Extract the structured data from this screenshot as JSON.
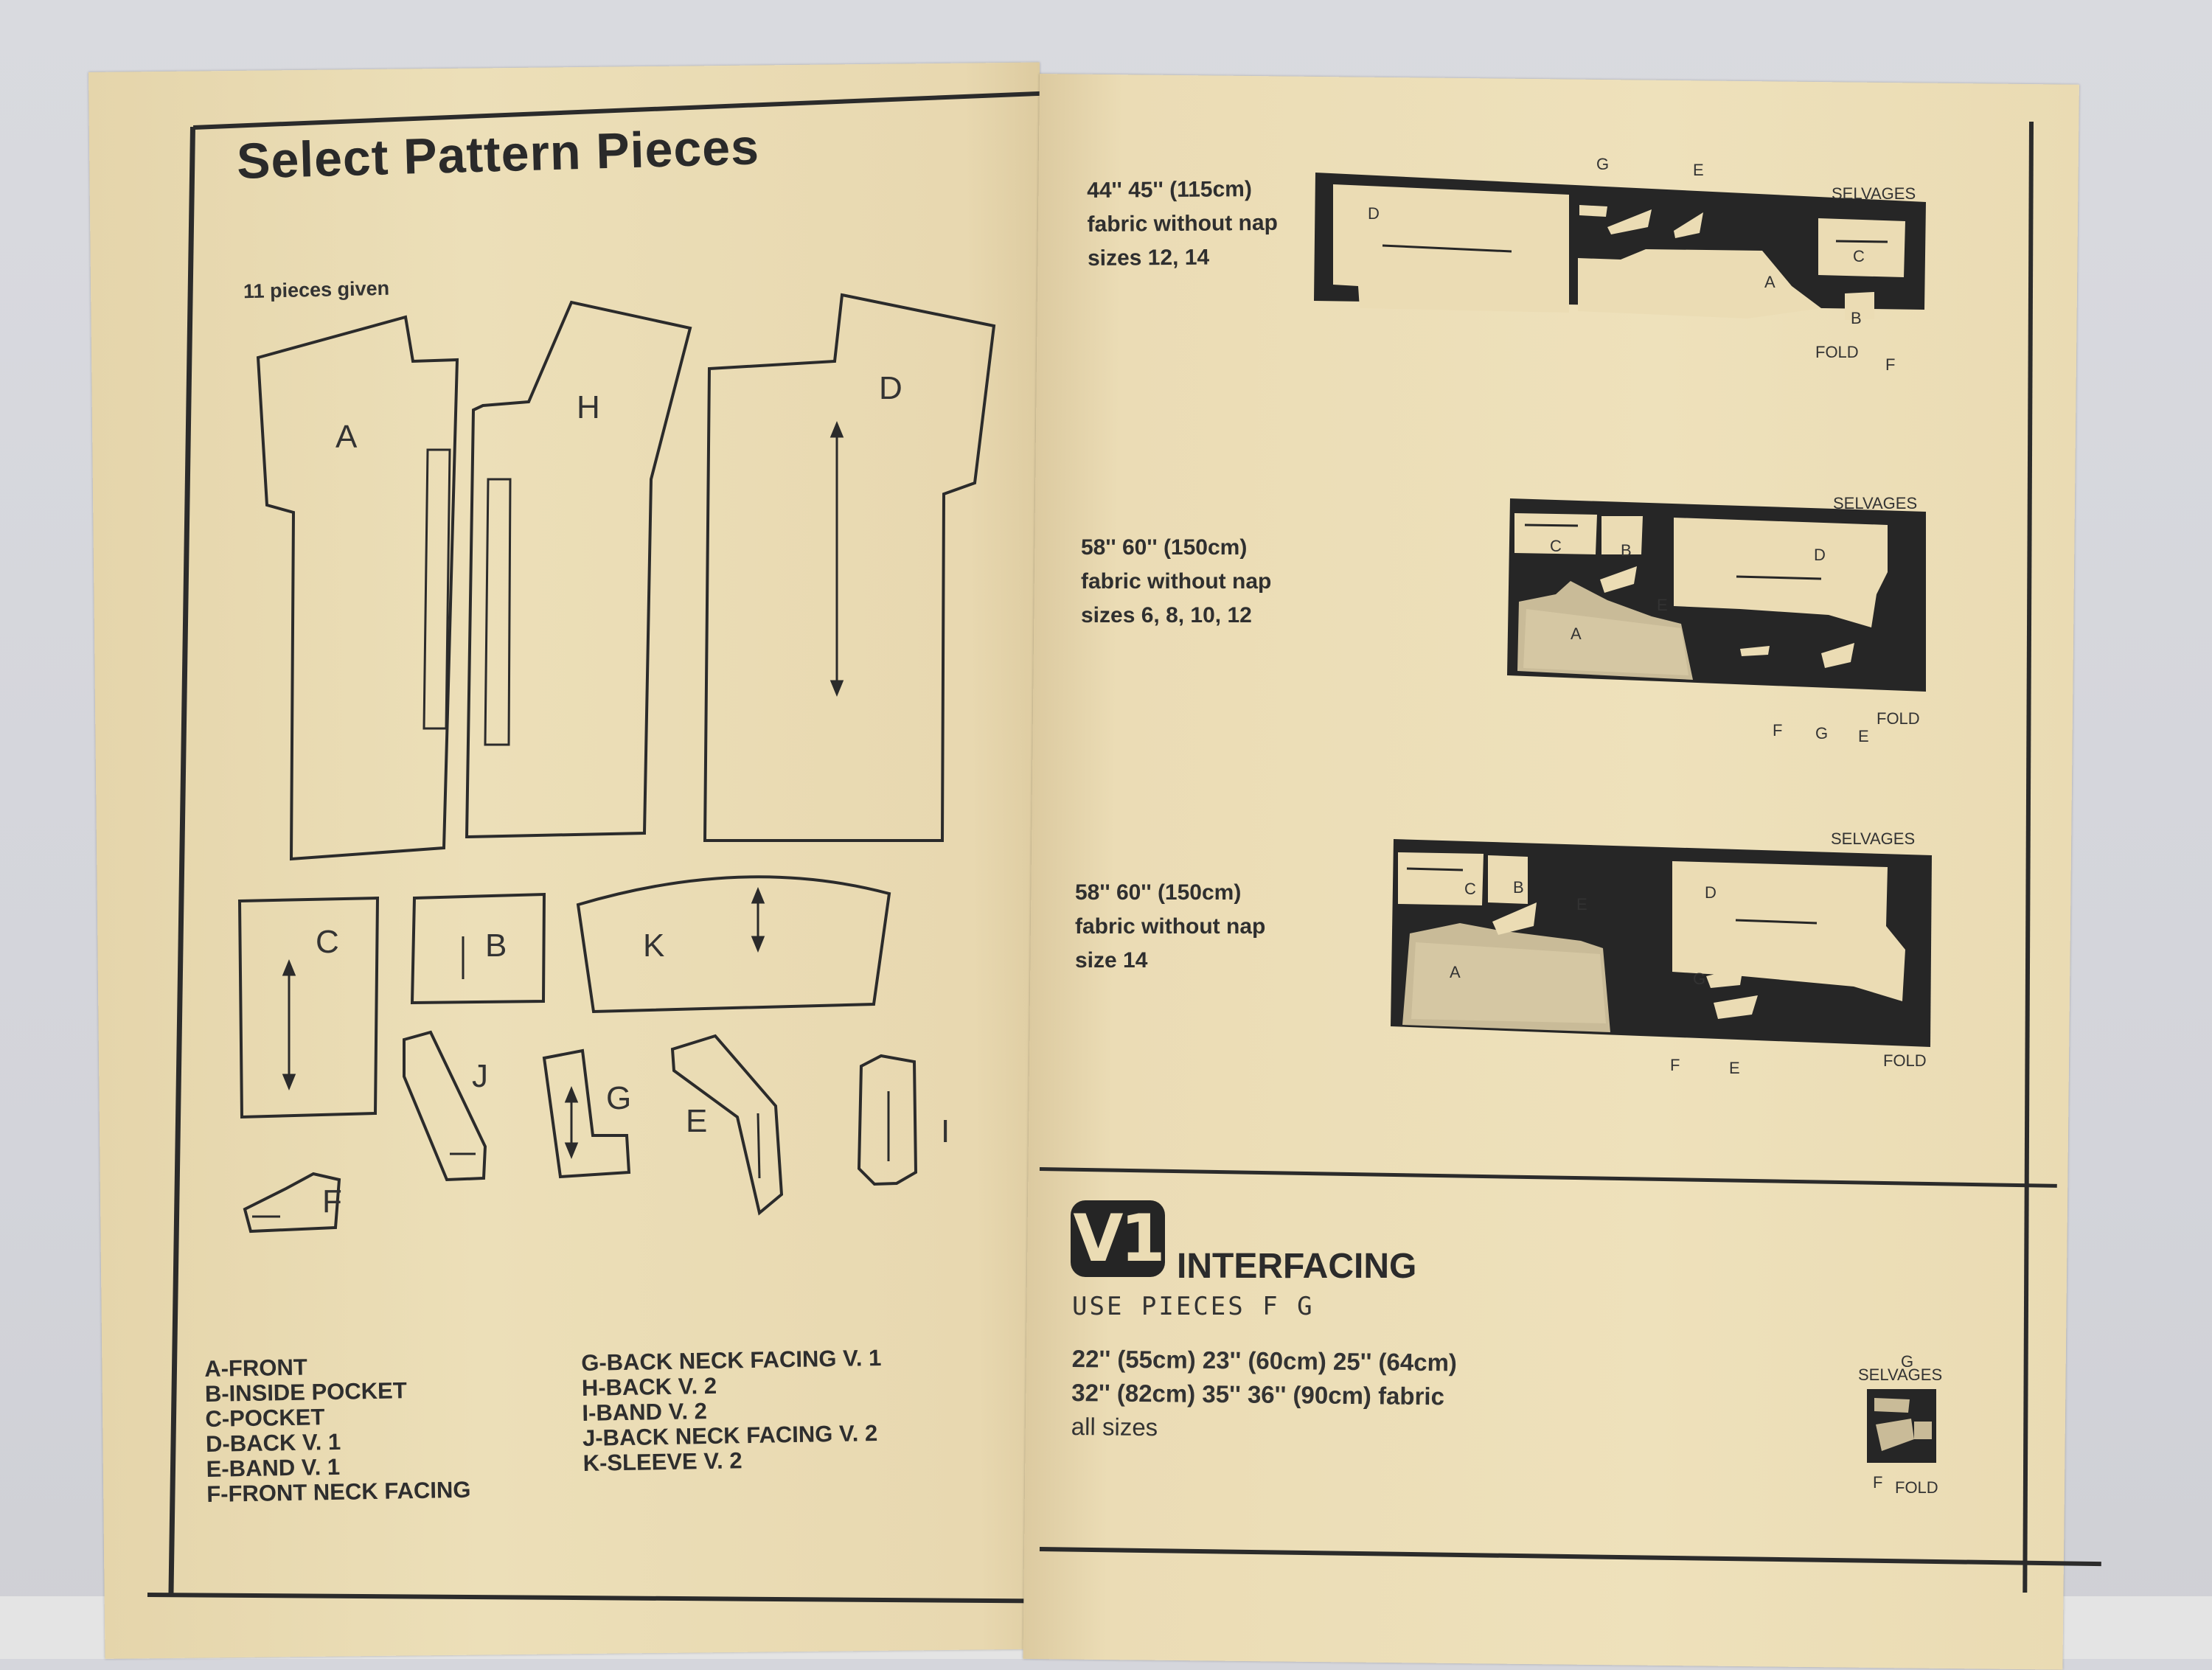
{
  "left_page": {
    "title": "Select Pattern Pieces",
    "pieces_count": "11 pieces given",
    "piece_letters": {
      "A": "A",
      "H": "H",
      "D": "D",
      "C": "C",
      "B": "B",
      "K": "K",
      "J": "J",
      "G": "G",
      "E": "E",
      "I": "I",
      "F": "F"
    },
    "legend_left": [
      "A-FRONT",
      "B-INSIDE POCKET",
      "C-POCKET",
      "D-BACK V. 1",
      "E-BAND V. 1",
      "F-FRONT NECK FACING"
    ],
    "legend_right": [
      "G-BACK NECK FACING V. 1",
      "H-BACK V. 2",
      "I-BAND V. 2",
      "J-BACK NECK FACING V. 2",
      "K-SLEEVE V. 2"
    ]
  },
  "right_page": {
    "layouts": [
      {
        "lines": [
          "44'' 45'' (115cm)",
          "fabric without nap",
          "sizes 12, 14"
        ],
        "labels": {
          "selvages": "SELVAGES",
          "fold": "FOLD",
          "top_g": "G",
          "top_e": "E",
          "bottom_f": "F",
          "D": "D",
          "A": "A",
          "C": "C",
          "B": "B"
        }
      },
      {
        "lines": [
          "58'' 60'' (150cm)",
          "fabric without nap",
          "sizes 6, 8, 10, 12"
        ],
        "labels": {
          "selvages": "SELVAGES",
          "fold": "FOLD",
          "bottom_f": "F",
          "bottom_g": "G",
          "bottom_e": "E",
          "C": "C",
          "B": "B",
          "D": "D",
          "A": "A",
          "E": "E"
        }
      },
      {
        "lines": [
          "58'' 60'' (150cm)",
          "fabric without nap",
          "size 14"
        ],
        "labels": {
          "selvages": "SELVAGES",
          "fold": "FOLD",
          "bottom_f": "F",
          "bottom_e": "E",
          "C": "C",
          "B": "B",
          "E": "E",
          "D": "D",
          "A": "A",
          "G": "G"
        }
      }
    ],
    "interfacing": {
      "badge": "V1",
      "title": "INTERFACING",
      "use_pieces": "USE PIECES  F G",
      "fabric_lines": [
        "22'' (55cm) 23'' (60cm) 25'' (64cm)",
        "32'' (82cm) 35'' 36'' (90cm) fabric",
        "all sizes"
      ],
      "selvages": "SELVAGES",
      "fold": "FOLD",
      "f": "F",
      "g": "G"
    }
  },
  "colors": {
    "paper": "#ebdcb4",
    "ink": "#2b2b2b",
    "wall": "#d5d6dc"
  }
}
